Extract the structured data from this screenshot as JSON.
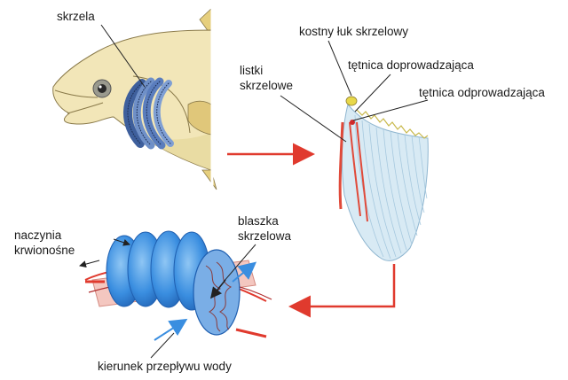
{
  "labels": {
    "skrzela": "skrzela",
    "kostny_luk": "kostny łuk skrzelowy",
    "listki_1": "listki",
    "listki_2": "skrzelowe",
    "tetnica_dopr": "tętnica doprowadzająca",
    "tetnica_odpr": "tętnica odprowadzająca",
    "naczynia_1": "naczynia",
    "naczynia_2": "krwionośne",
    "blaszka_1": "blaszka",
    "blaszka_2": "skrzelowa",
    "kierunek": "kierunek przepływu wody"
  },
  "colors": {
    "fish_body": "#f2e6b8",
    "gill": "#6f90c8",
    "filament": "#d8eaf4",
    "lamella": "#3a8ee0",
    "arrow_red": "#e03a2e",
    "arrow_blue": "#3a8ee0",
    "artery_red": "#e04a3a",
    "bone_yellow": "#e8d84a"
  }
}
